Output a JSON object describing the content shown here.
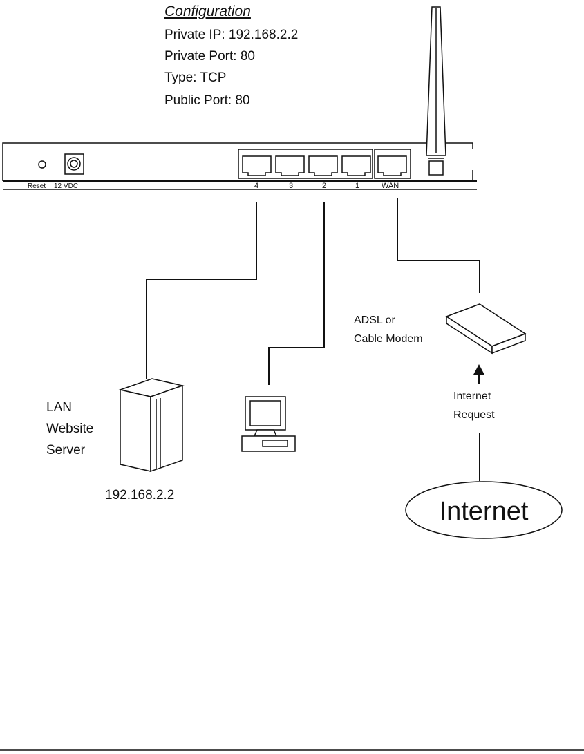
{
  "config": {
    "heading": "Configuration",
    "lines": [
      "Private IP: 192.168.2.2",
      "Private Port: 80",
      "Type: TCP",
      "Public Port: 80"
    ]
  },
  "router": {
    "reset_label": "Reset",
    "power_label": "12 VDC",
    "ports": [
      "4",
      "3",
      "2",
      "1"
    ],
    "wan_label": "WAN"
  },
  "modem": {
    "label_line1": "ADSL or",
    "label_line2": "Cable Modem"
  },
  "server": {
    "label_line1": "LAN",
    "label_line2": "Website",
    "label_line3": "Server",
    "ip": "192.168.2.2"
  },
  "internet": {
    "request_line1": "Internet",
    "request_line2": "Request",
    "cloud_label": "Internet"
  }
}
